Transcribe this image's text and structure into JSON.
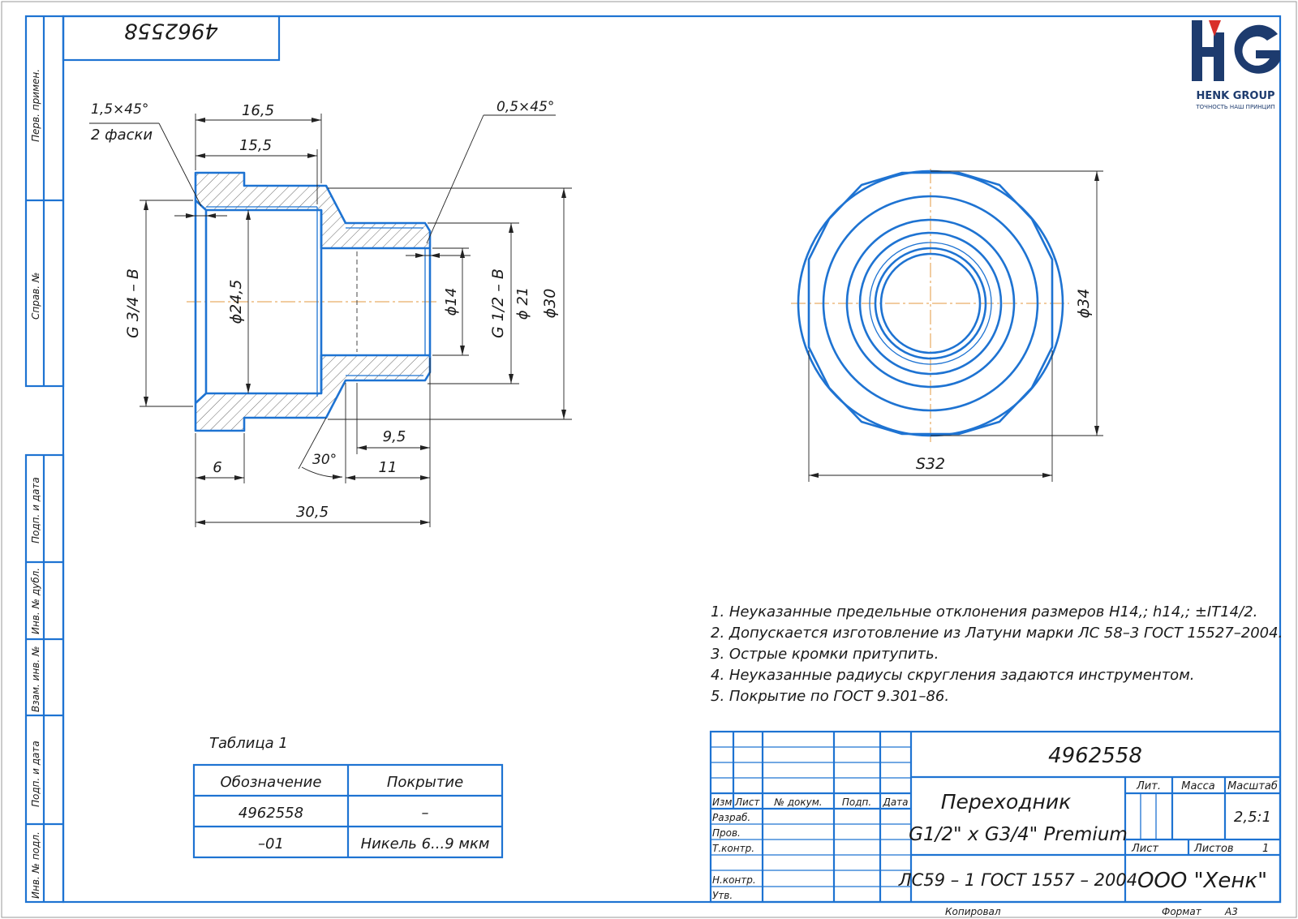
{
  "doc_number": "4962558",
  "side_labels": [
    "Перв. примен.",
    "Справ. №",
    "Подп. и дата",
    "Инв. № дубл.",
    "Взам. инв. №",
    "Подп. и дата",
    "Инв. № подл."
  ],
  "logo": {
    "letters": "HG",
    "name": "HENK GROUP",
    "slogan": "ТОЧНОСТЬ НАШ ПРИНЦИП",
    "colors": {
      "dark": "#1d3b6e",
      "red": "#d9302a"
    }
  },
  "dimensions": {
    "chamfer_left": "1,5×45°",
    "chamfer_left_note": "2 фаски",
    "chamfer_right": "0,5×45°",
    "len_16_5": "16,5",
    "len_15_5": "15,5",
    "len_6": "6",
    "len_30_5": "30,5",
    "len_9_5": "9,5",
    "len_11": "11",
    "angle_30": "30°",
    "thread_big": "G 3/4 – B",
    "dia_24_5": "ϕ24,5",
    "dia_14": "ϕ14",
    "thread_small": "G 1/2 – B",
    "dia_21": "ϕ 21",
    "dia_30": "ϕ30",
    "dia_34": "ϕ34",
    "hex_s32": "S32"
  },
  "notes": [
    "1. Неуказанные предельные отклонения размеров H14,; h14,; ±IT14/2.",
    "2. Допускается изготовление из Латуни марки ЛС 58–3 ГОСТ 15527–2004.",
    "3. Острые кромки притупить.",
    "4. Неуказанные радиусы скругления задаются инструментом.",
    "5. Покрытие по ГОСТ 9.301–86."
  ],
  "table1": {
    "title": "Таблица 1",
    "headers": [
      "Обозначение",
      "Покрытие"
    ],
    "rows": [
      [
        "4962558",
        "–"
      ],
      [
        "–01",
        "Никель 6...9 мкм"
      ]
    ]
  },
  "title_block": {
    "doc_number": "4962558",
    "name_line1": "Переходник",
    "name_line2": "G1/2\" x G3/4\" Premium",
    "material": "ЛС59 – 1 ГОСТ 1557 – 2004",
    "company": "ООО \"Хенк\"",
    "col_headers": [
      "Изм",
      "Лист",
      "№ докум.",
      "Подп.",
      "Дата"
    ],
    "roles": [
      "Разраб.",
      "Пров.",
      "Т.контр.",
      "Н.контр.",
      "Утв."
    ],
    "lit_label": "Лит.",
    "mass_label": "Масса",
    "scale_label": "Масштаб",
    "scale_value": "2,5:1",
    "sheet_label": "Лист",
    "sheets_label": "Листов",
    "sheets_value": "1",
    "copied_label": "Копировал",
    "format_label": "Формат",
    "format_value": "А3"
  }
}
